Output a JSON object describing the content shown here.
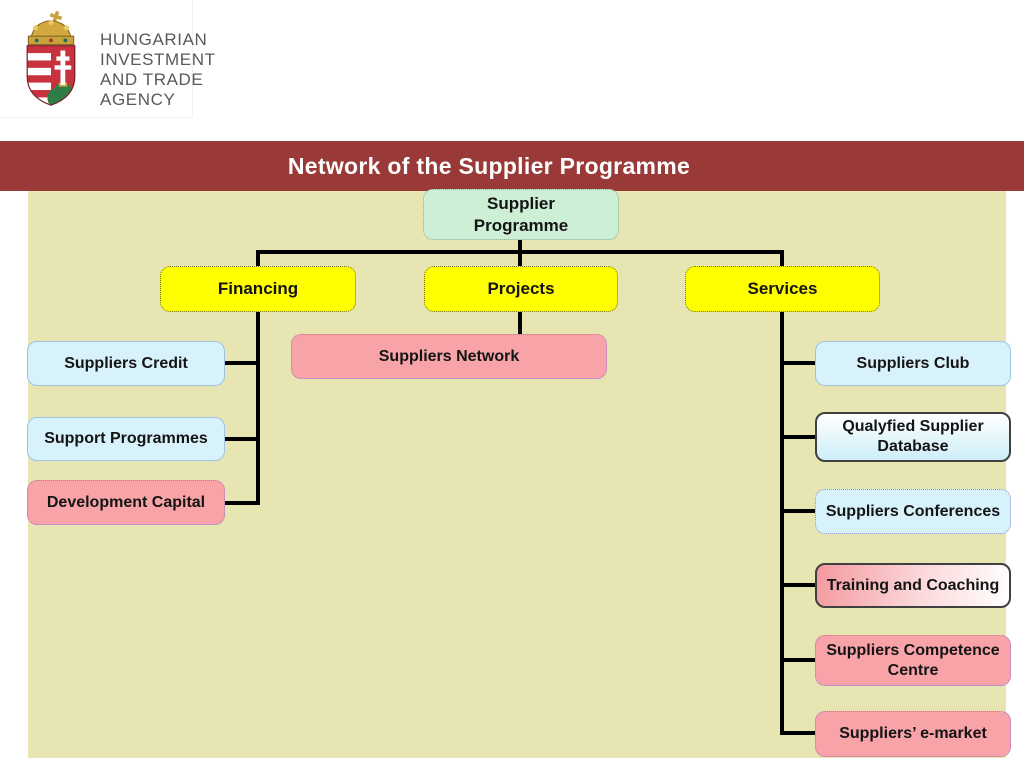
{
  "logo": {
    "agency_name_lines": [
      "HUNGARIAN",
      "INVESTMENT",
      "AND TRADE",
      "AGENCY"
    ]
  },
  "title_bar": {
    "title": "Network of the Supplier Programme"
  },
  "colors": {
    "title_bar_bg": "#9a3a38",
    "canvas_bg": "#e7e5b2",
    "root_green": "#cdefd6",
    "branch_yellow": "#ffff00",
    "leaf_blue": "#d8f2fb",
    "leaf_pink": "#f7a3a8",
    "connector": "#000000",
    "logo_text": "#58595b"
  },
  "diagram": {
    "root": {
      "lines": [
        "Supplier",
        "Programme"
      ]
    },
    "branches": {
      "financing": {
        "label": "Financing"
      },
      "projects": {
        "label": "Projects"
      },
      "services": {
        "label": "Services"
      }
    },
    "financing_children": {
      "suppliers_credit": {
        "label": "Suppliers Credit"
      },
      "support_programmes": {
        "label": "Support Programmes"
      },
      "development_capital": {
        "label": "Development Capital"
      }
    },
    "projects_children": {
      "suppliers_network": {
        "label": "Suppliers Network"
      }
    },
    "services_children": {
      "suppliers_club": {
        "label": "Suppliers Club"
      },
      "qualyfied_supplier_database": {
        "lines": [
          "Qualyfied Supplier",
          "Database"
        ]
      },
      "suppliers_conferences": {
        "label": "Suppliers Conferences"
      },
      "training_and_coaching": {
        "label": "Training and Coaching"
      },
      "suppliers_competence_centre": {
        "lines": [
          "Suppliers Competence",
          "Centre"
        ]
      },
      "suppliers_e_market": {
        "label": "Suppliers’ e-market"
      }
    }
  }
}
